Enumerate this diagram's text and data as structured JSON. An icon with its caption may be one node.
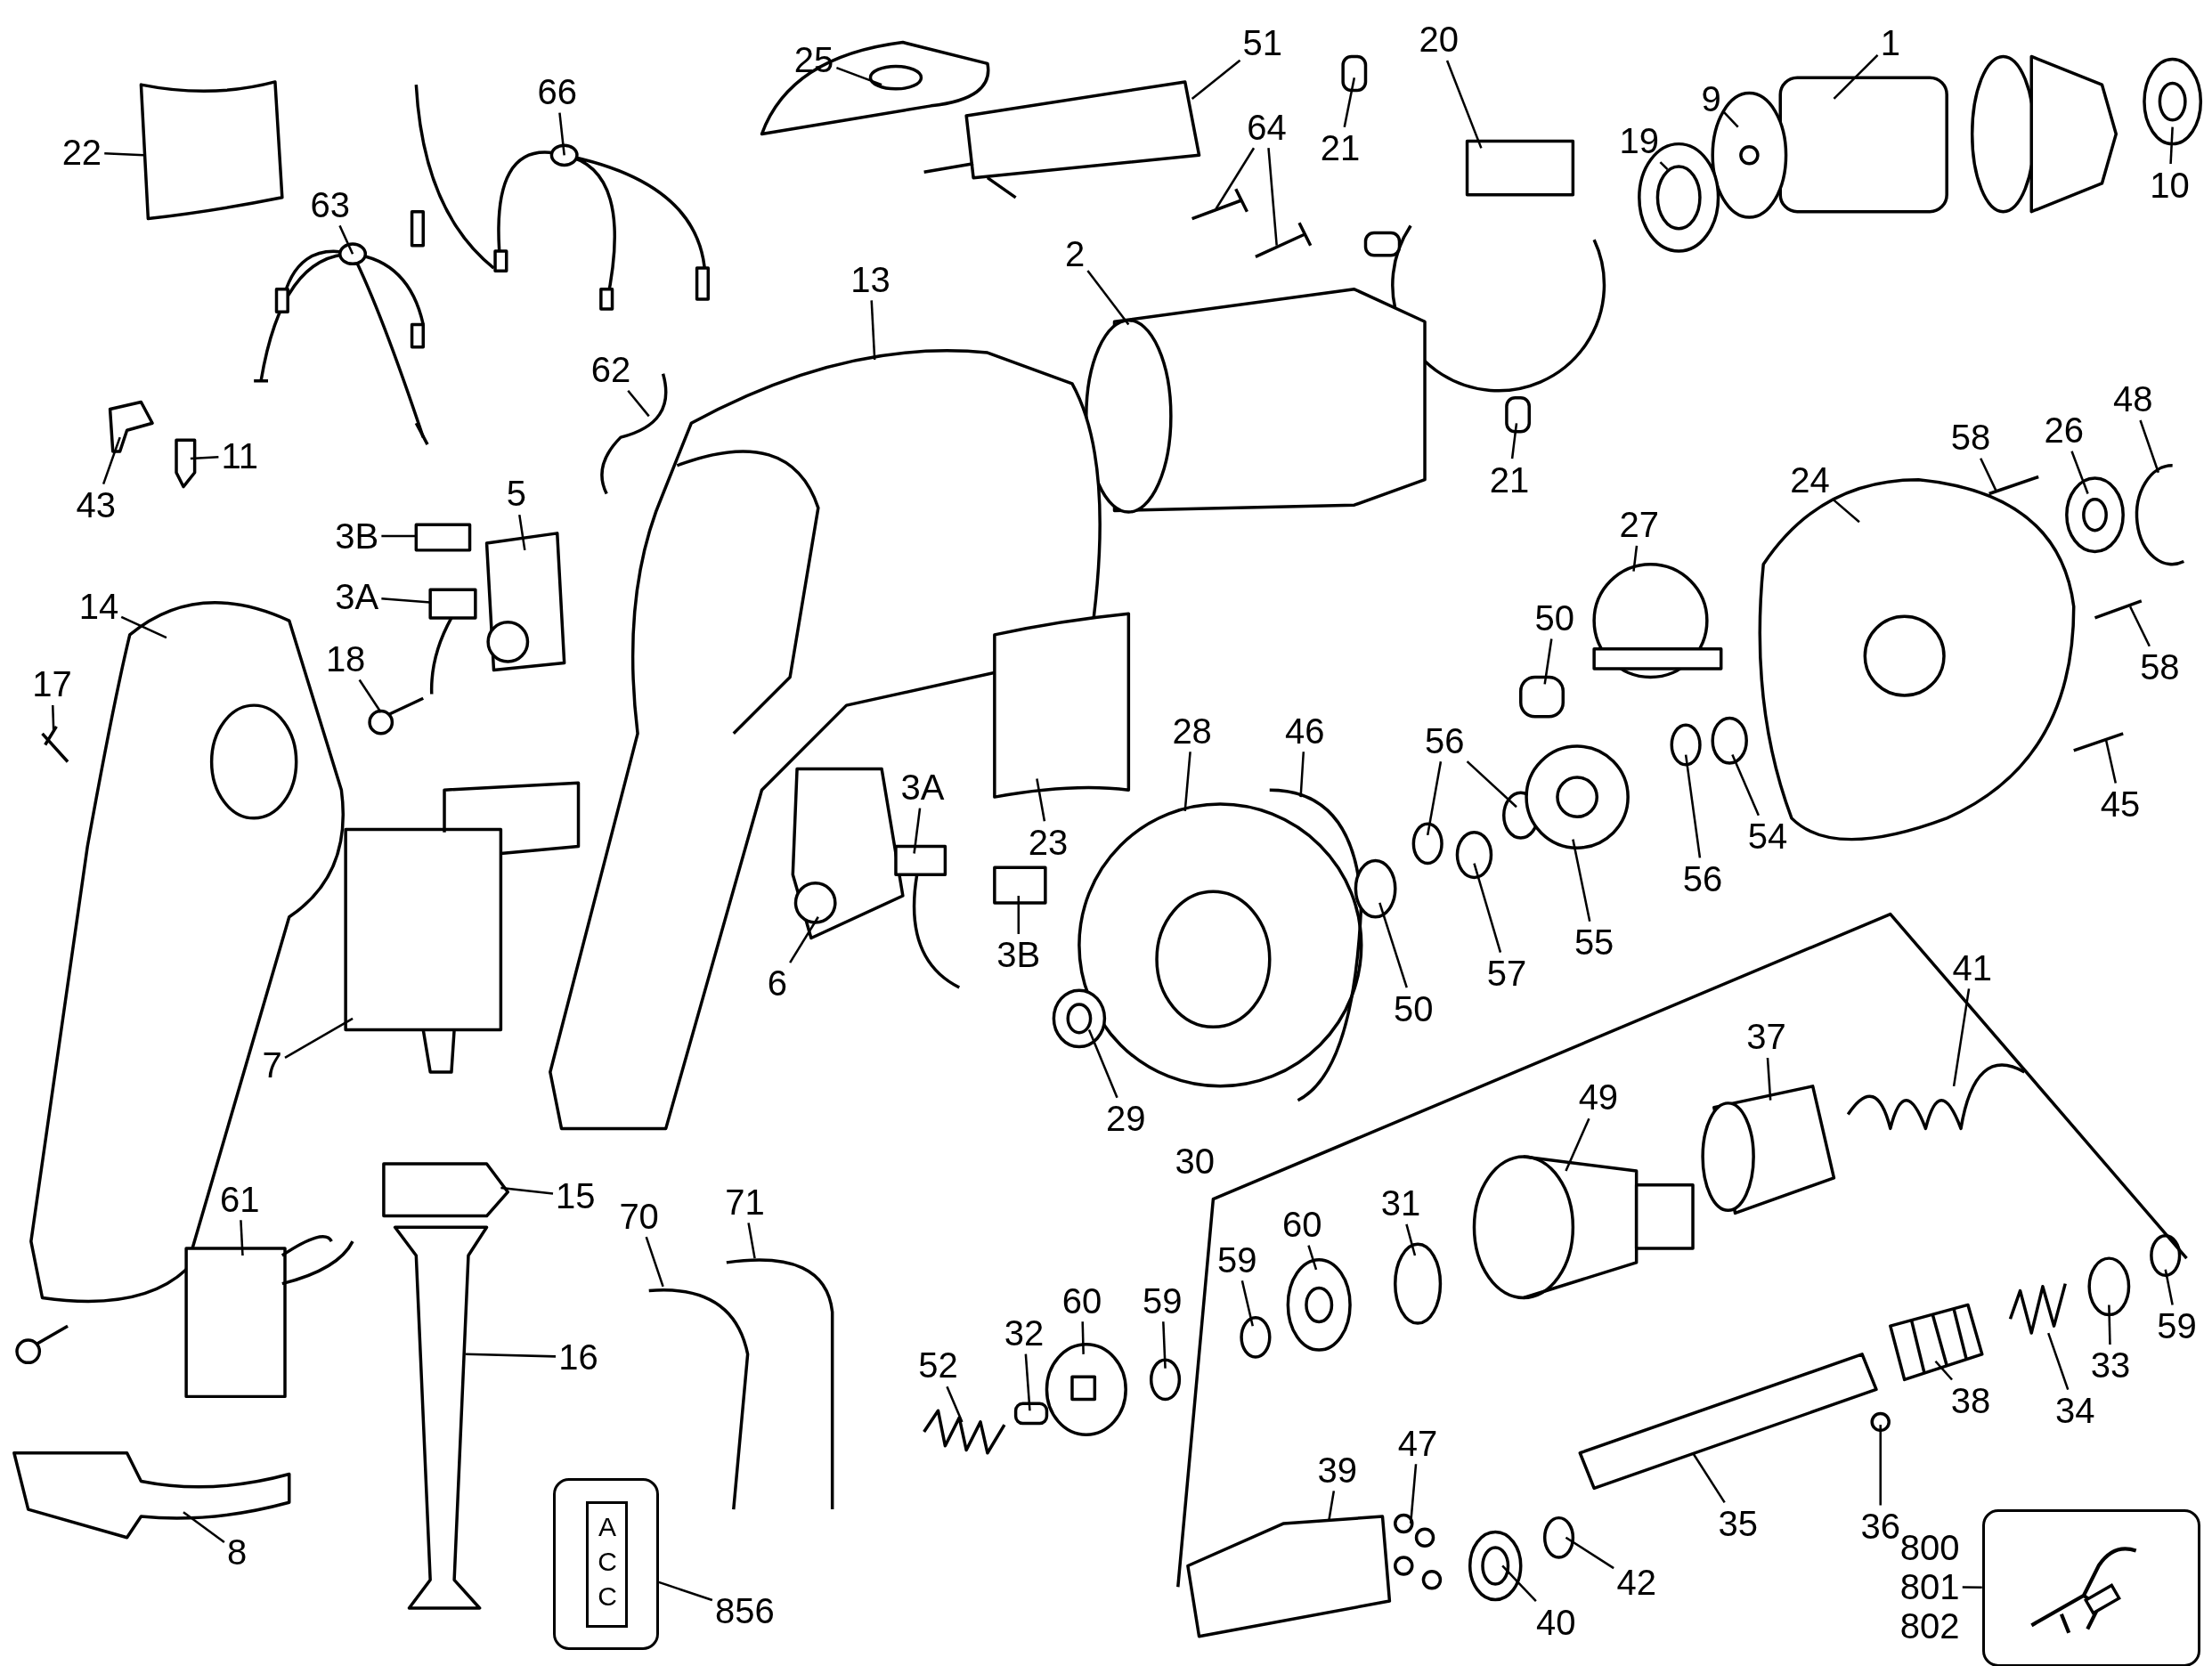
{
  "diagram": {
    "nodes": [
      {
        "text": [
          "25"
        ]
      },
      {
        "text": [
          "51"
        ]
      },
      {
        "text": [
          "1"
        ]
      },
      {
        "text": [
          "20"
        ]
      },
      {
        "text": [
          "21"
        ]
      },
      {
        "text": [
          "10"
        ]
      },
      {
        "text": [
          "66"
        ]
      },
      {
        "text": [
          "64"
        ]
      },
      {
        "text": [
          "9"
        ]
      },
      {
        "text": [
          "19"
        ]
      },
      {
        "text": [
          "22"
        ]
      },
      {
        "text": [
          "63"
        ]
      },
      {
        "text": [
          "13"
        ]
      },
      {
        "text": [
          "2"
        ]
      },
      {
        "text": [
          "62"
        ]
      },
      {
        "text": [
          "11"
        ]
      },
      {
        "text": [
          "21"
        ]
      },
      {
        "text": [
          "5"
        ]
      },
      {
        "text": [
          "43"
        ]
      },
      {
        "text": [
          "3B"
        ]
      },
      {
        "text": [
          "58"
        ]
      },
      {
        "text": [
          "26"
        ]
      },
      {
        "text": [
          "48"
        ]
      },
      {
        "text": [
          "24"
        ]
      },
      {
        "text": [
          "27"
        ]
      },
      {
        "text": [
          "3A"
        ]
      },
      {
        "text": [
          "14"
        ]
      },
      {
        "text": [
          "50"
        ]
      },
      {
        "text": [
          "18"
        ]
      },
      {
        "text": [
          "58"
        ]
      },
      {
        "text": [
          "17"
        ]
      },
      {
        "text": [
          "28"
        ]
      },
      {
        "text": [
          "46"
        ]
      },
      {
        "text": [
          "56"
        ]
      },
      {
        "text": [
          "3A"
        ]
      },
      {
        "text": [
          "45"
        ]
      },
      {
        "text": [
          "23"
        ]
      },
      {
        "text": [
          "54"
        ]
      },
      {
        "text": [
          "56"
        ]
      },
      {
        "text": [
          "55"
        ]
      },
      {
        "text": [
          "3B"
        ]
      },
      {
        "text": [
          "57"
        ]
      },
      {
        "text": [
          "6"
        ]
      },
      {
        "text": [
          "50"
        ]
      },
      {
        "text": [
          "41"
        ]
      },
      {
        "text": [
          "37"
        ]
      },
      {
        "text": [
          "7"
        ]
      },
      {
        "text": [
          "49"
        ]
      },
      {
        "text": [
          "29"
        ]
      },
      {
        "text": [
          "15"
        ]
      },
      {
        "text": [
          "61"
        ]
      },
      {
        "text": [
          "71"
        ]
      },
      {
        "text": [
          "31"
        ]
      },
      {
        "text": [
          "70"
        ]
      },
      {
        "text": [
          "60"
        ]
      },
      {
        "text": [
          "59"
        ]
      },
      {
        "text": [
          "60"
        ]
      },
      {
        "text": [
          "59"
        ]
      },
      {
        "text": [
          "59"
        ]
      },
      {
        "text": [
          "33"
        ]
      },
      {
        "text": [
          "16"
        ]
      },
      {
        "text": [
          "32"
        ]
      },
      {
        "text": [
          "52"
        ]
      },
      {
        "text": [
          "38"
        ]
      },
      {
        "text": [
          "34"
        ]
      },
      {
        "text": [
          "47"
        ]
      },
      {
        "text": [
          "39"
        ]
      },
      {
        "text": [
          "35"
        ]
      },
      {
        "text": [
          "36"
        ]
      },
      {
        "text": [
          "8"
        ]
      },
      {
        "text": [
          "800",
          "801",
          "802"
        ]
      },
      {
        "text": [
          "42"
        ]
      },
      {
        "text": [],
        "shape": "picture"
      },
      {
        "text": [
          "40"
        ]
      },
      {
        "text": [
          "856"
        ]
      },
      {
        "text": [
          "ACC"
        ]
      },
      {
        "text": [],
        "shape": "picture"
      },
      {
        "text": [],
        "shape": "picture"
      },
      {
        "text": [],
        "shape": "picture"
      },
      {
        "text": [],
        "shape": "circle"
      },
      {
        "text": [],
        "shape": "circle"
      },
      {
        "text": [],
        "shape": "circle"
      },
      {
        "text": [],
        "shape": "picture"
      },
      {
        "text": [],
        "shape": "box"
      },
      {
        "text": [],
        "shape": "box"
      },
      {
        "text": [],
        "shape": "cylinder"
      },
      {
        "text": [],
        "shape": "picture"
      },
      {
        "text": [],
        "shape": "picture"
      },
      {
        "text": [],
        "shape": "picture"
      },
      {
        "text": [],
        "shape": "box"
      },
      {
        "text": [],
        "shape": "picture"
      },
      {
        "text": [],
        "shape": "picture"
      },
      {
        "text": [],
        "shape": "picture"
      },
      {
        "text": [],
        "shape": "box"
      },
      {
        "text": [],
        "shape": "picture"
      },
      {
        "text": [],
        "shape": "box"
      },
      {
        "text": [],
        "shape": "box"
      },
      {
        "text": [],
        "shape": "picture"
      },
      {
        "text": [],
        "shape": "picture"
      },
      {
        "text": [],
        "shape": "picture"
      },
      {
        "text": [],
        "shape": "picture"
      },
      {
        "text": [],
        "shape": "picture"
      },
      {
        "text": [],
        "shape": "box"
      },
      {
        "text": [],
        "shape": "picture"
      },
      {
        "text": [],
        "shape": "box"
      },
      {
        "text": [],
        "shape": "picture"
      },
      {
        "text": [],
        "shape": "picture"
      },
      {
        "text": [],
        "shape": "picture"
      },
      {
        "text": [],
        "shape": "picture"
      },
      {
        "text": [],
        "shape": "box"
      },
      {
        "text": [],
        "shape": "box"
      },
      {
        "text": [],
        "shape": "box"
      },
      {
        "text": [],
        "shape": "circle"
      },
      {
        "text": [],
        "shape": "picture"
      },
      {
        "text": [],
        "shape": "circle"
      },
      {
        "text": [],
        "shape": "circle"
      },
      {
        "text": [],
        "shape": "circle"
      },
      {
        "text": [],
        "shape": "circle"
      },
      {
        "text": [],
        "shape": "circle"
      },
      {
        "text": [],
        "shape": "circle"
      },
      {
        "text": [],
        "shape": "box"
      },
      {
        "text": [],
        "shape": "picture"
      },
      {
        "text": [],
        "shape": "circle"
      },
      {
        "text": [],
        "shape": "circle"
      },
      {
        "text": [],
        "shape": "picture"
      },
      {
        "text": [],
        "shape": "picture"
      },
      {
        "text": [],
        "shape": "picture"
      },
      {
        "text": [],
        "shape": "picture"
      },
      {
        "text": [],
        "shape": "circle"
      },
      {
        "text": [],
        "shape": "picture"
      },
      {
        "text": [],
        "shape": "cylinder"
      },
      {
        "text": [],
        "shape": "picture"
      },
      {
        "text": [],
        "shape": "picture"
      },
      {
        "text": [],
        "shape": "circle"
      },
      {
        "text": [],
        "shape": "circle"
      },
      {
        "text": [],
        "shape": "circle"
      },
      {
        "text": [],
        "shape": "circle"
      },
      {
        "text": [],
        "shape": "circle"
      },
      {
        "text": [],
        "shape": "box"
      },
      {
        "text": [],
        "shape": "picture"
      },
      {
        "text": [],
        "shape": "picture"
      },
      {
        "text": [],
        "shape": "picture"
      },
      {
        "text": [],
        "shape": "circle"
      },
      {
        "text": [],
        "shape": "circle"
      },
      {
        "text": [],
        "shape": "bar"
      },
      {
        "text": [],
        "shape": "circle"
      },
      {
        "text": [],
        "shape": "picture"
      },
      {
        "text": [],
        "shape": "picture"
      },
      {
        "text": [],
        "shape": "circle"
      },
      {
        "text": [],
        "shape": "circle"
      }
    ],
    "edges": [
      {
        "from": 0,
        "to": 76,
        "arrow": "none"
      },
      {
        "from": 1,
        "to": 77,
        "arrow": "none"
      },
      {
        "from": 2,
        "to": 78,
        "arrow": "none"
      },
      {
        "from": 3,
        "to": 82,
        "arrow": "none"
      },
      {
        "from": 4,
        "to": 83,
        "arrow": "none"
      },
      {
        "from": 5,
        "to": 80,
        "arrow": "none"
      },
      {
        "from": 6,
        "to": 88,
        "arrow": "none"
      },
      {
        "from": 7,
        "to": 86,
        "arrow": "none"
      },
      {
        "from": 7,
        "to": 87,
        "arrow": "none"
      },
      {
        "from": 8,
        "to": 79,
        "arrow": "none"
      },
      {
        "from": 9,
        "to": 81,
        "arrow": "none"
      },
      {
        "from": 10,
        "to": 89,
        "arrow": "none"
      },
      {
        "from": 11,
        "to": 90,
        "arrow": "none"
      },
      {
        "from": 12,
        "to": 91,
        "arrow": "none"
      },
      {
        "from": 13,
        "to": 85,
        "arrow": "none"
      },
      {
        "from": 14,
        "to": 92,
        "arrow": "none"
      },
      {
        "from": 15,
        "to": 93,
        "arrow": "none"
      },
      {
        "from": 16,
        "to": 84,
        "arrow": "none"
      },
      {
        "from": 17,
        "to": 97,
        "arrow": "none"
      },
      {
        "from": 18,
        "to": 94,
        "arrow": "none"
      },
      {
        "from": 19,
        "to": 95,
        "arrow": "none"
      },
      {
        "from": 20,
        "to": 125,
        "arrow": "none"
      },
      {
        "from": 21,
        "to": 128,
        "arrow": "none"
      },
      {
        "from": 22,
        "to": 129,
        "arrow": "none"
      },
      {
        "from": 23,
        "to": 124,
        "arrow": "none"
      },
      {
        "from": 24,
        "to": 121,
        "arrow": "none"
      },
      {
        "from": 25,
        "to": 96,
        "arrow": "none"
      },
      {
        "from": 26,
        "to": 98,
        "arrow": "none"
      },
      {
        "from": 27,
        "to": 120,
        "arrow": "none"
      },
      {
        "from": 28,
        "to": 100,
        "arrow": "none"
      },
      {
        "from": 29,
        "to": 126,
        "arrow": "none"
      },
      {
        "from": 30,
        "to": 99,
        "arrow": "none"
      },
      {
        "from": 31,
        "to": 112,
        "arrow": "none"
      },
      {
        "from": 32,
        "to": 113,
        "arrow": "none"
      },
      {
        "from": 33,
        "to": 116,
        "arrow": "none"
      },
      {
        "from": 33,
        "to": 118,
        "arrow": "none"
      },
      {
        "from": 34,
        "to": 109,
        "arrow": "none"
      },
      {
        "from": 35,
        "to": 127,
        "arrow": "none"
      },
      {
        "from": 36,
        "to": 111,
        "arrow": "none"
      },
      {
        "from": 37,
        "to": 123,
        "arrow": "none"
      },
      {
        "from": 38,
        "to": 122,
        "arrow": "none"
      },
      {
        "from": 39,
        "to": 119,
        "arrow": "none"
      },
      {
        "from": 40,
        "to": 110,
        "arrow": "none"
      },
      {
        "from": 41,
        "to": 117,
        "arrow": "none"
      },
      {
        "from": 42,
        "to": 108,
        "arrow": "none"
      },
      {
        "from": 43,
        "to": 115,
        "arrow": "none"
      },
      {
        "from": 44,
        "to": 131,
        "arrow": "none"
      },
      {
        "from": 45,
        "to": 130,
        "arrow": "none"
      },
      {
        "from": 46,
        "to": 101,
        "arrow": "none"
      },
      {
        "from": 47,
        "to": 132,
        "arrow": "none"
      },
      {
        "from": 48,
        "to": 114,
        "arrow": "none"
      },
      {
        "from": 49,
        "to": 104,
        "arrow": "none"
      },
      {
        "from": 50,
        "to": 102,
        "arrow": "none"
      },
      {
        "from": 51,
        "to": 107,
        "arrow": "none"
      },
      {
        "from": 52,
        "to": 133,
        "arrow": "none"
      },
      {
        "from": 53,
        "to": 106,
        "arrow": "none"
      },
      {
        "from": 54,
        "to": 134,
        "arrow": "none"
      },
      {
        "from": 55,
        "to": 135,
        "arrow": "none"
      },
      {
        "from": 56,
        "to": 136,
        "arrow": "none"
      },
      {
        "from": 57,
        "to": 137,
        "arrow": "none"
      },
      {
        "from": 58,
        "to": 149,
        "arrow": "none"
      },
      {
        "from": 59,
        "to": 148,
        "arrow": "none"
      },
      {
        "from": 60,
        "to": 105,
        "arrow": "none"
      },
      {
        "from": 61,
        "to": 138,
        "arrow": "none"
      },
      {
        "from": 62,
        "to": 139,
        "arrow": "none"
      },
      {
        "from": 63,
        "to": 146,
        "arrow": "none"
      },
      {
        "from": 64,
        "to": 147,
        "arrow": "none"
      },
      {
        "from": 65,
        "to": 141,
        "arrow": "none"
      },
      {
        "from": 66,
        "to": 140,
        "arrow": "none"
      },
      {
        "from": 67,
        "to": 144,
        "arrow": "none"
      },
      {
        "from": 68,
        "to": 145,
        "arrow": "none"
      },
      {
        "from": 69,
        "to": 103,
        "arrow": "none"
      },
      {
        "from": 70,
        "to": 72,
        "arrow": "none"
      },
      {
        "from": 71,
        "to": 143,
        "arrow": "none"
      },
      {
        "from": 73,
        "to": 142,
        "arrow": "none"
      },
      {
        "from": 74,
        "to": 75,
        "arrow": "none"
      }
    ],
    "labels": [
      "30"
    ]
  }
}
